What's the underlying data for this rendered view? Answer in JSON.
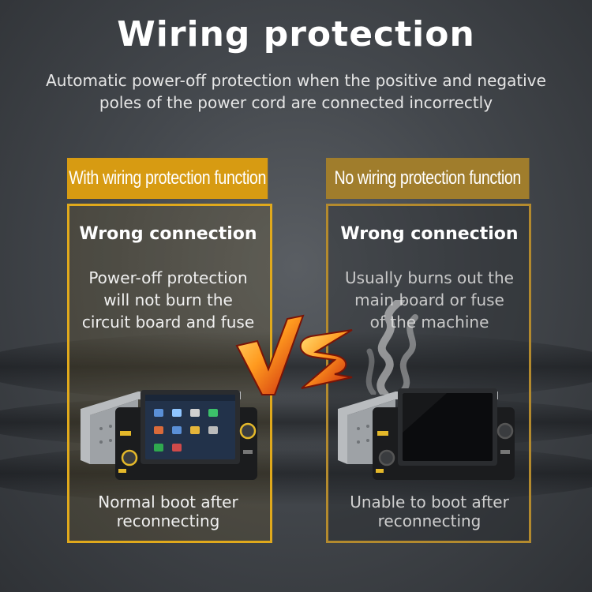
{
  "title": "Wiring protection",
  "subtitle_line1": "Automatic power-off protection when the positive and negative",
  "subtitle_line2": "poles of the power cord are connected incorrectly",
  "left": {
    "tab_label": "With wiring protection function",
    "heading": "Wrong connection",
    "desc_line1": "Power-off protection",
    "desc_line2": "will not burn the",
    "desc_line3": "circuit board and fuse",
    "caption_line1": "Normal boot after",
    "caption_line2": "reconnecting"
  },
  "right": {
    "tab_label": "No wiring protection function",
    "heading": "Wrong connection",
    "desc_line1": "Usually burns out the",
    "desc_line2": "main board or fuse",
    "desc_line3": "of the machine",
    "caption_line1": "Unable to boot after",
    "caption_line2": "reconnecting"
  },
  "vs_graphic": "vs-lightning-icon",
  "colors": {
    "accent_gold": "#e0a91c",
    "muted_gold": "#a07d2c",
    "background": "#44484d"
  }
}
